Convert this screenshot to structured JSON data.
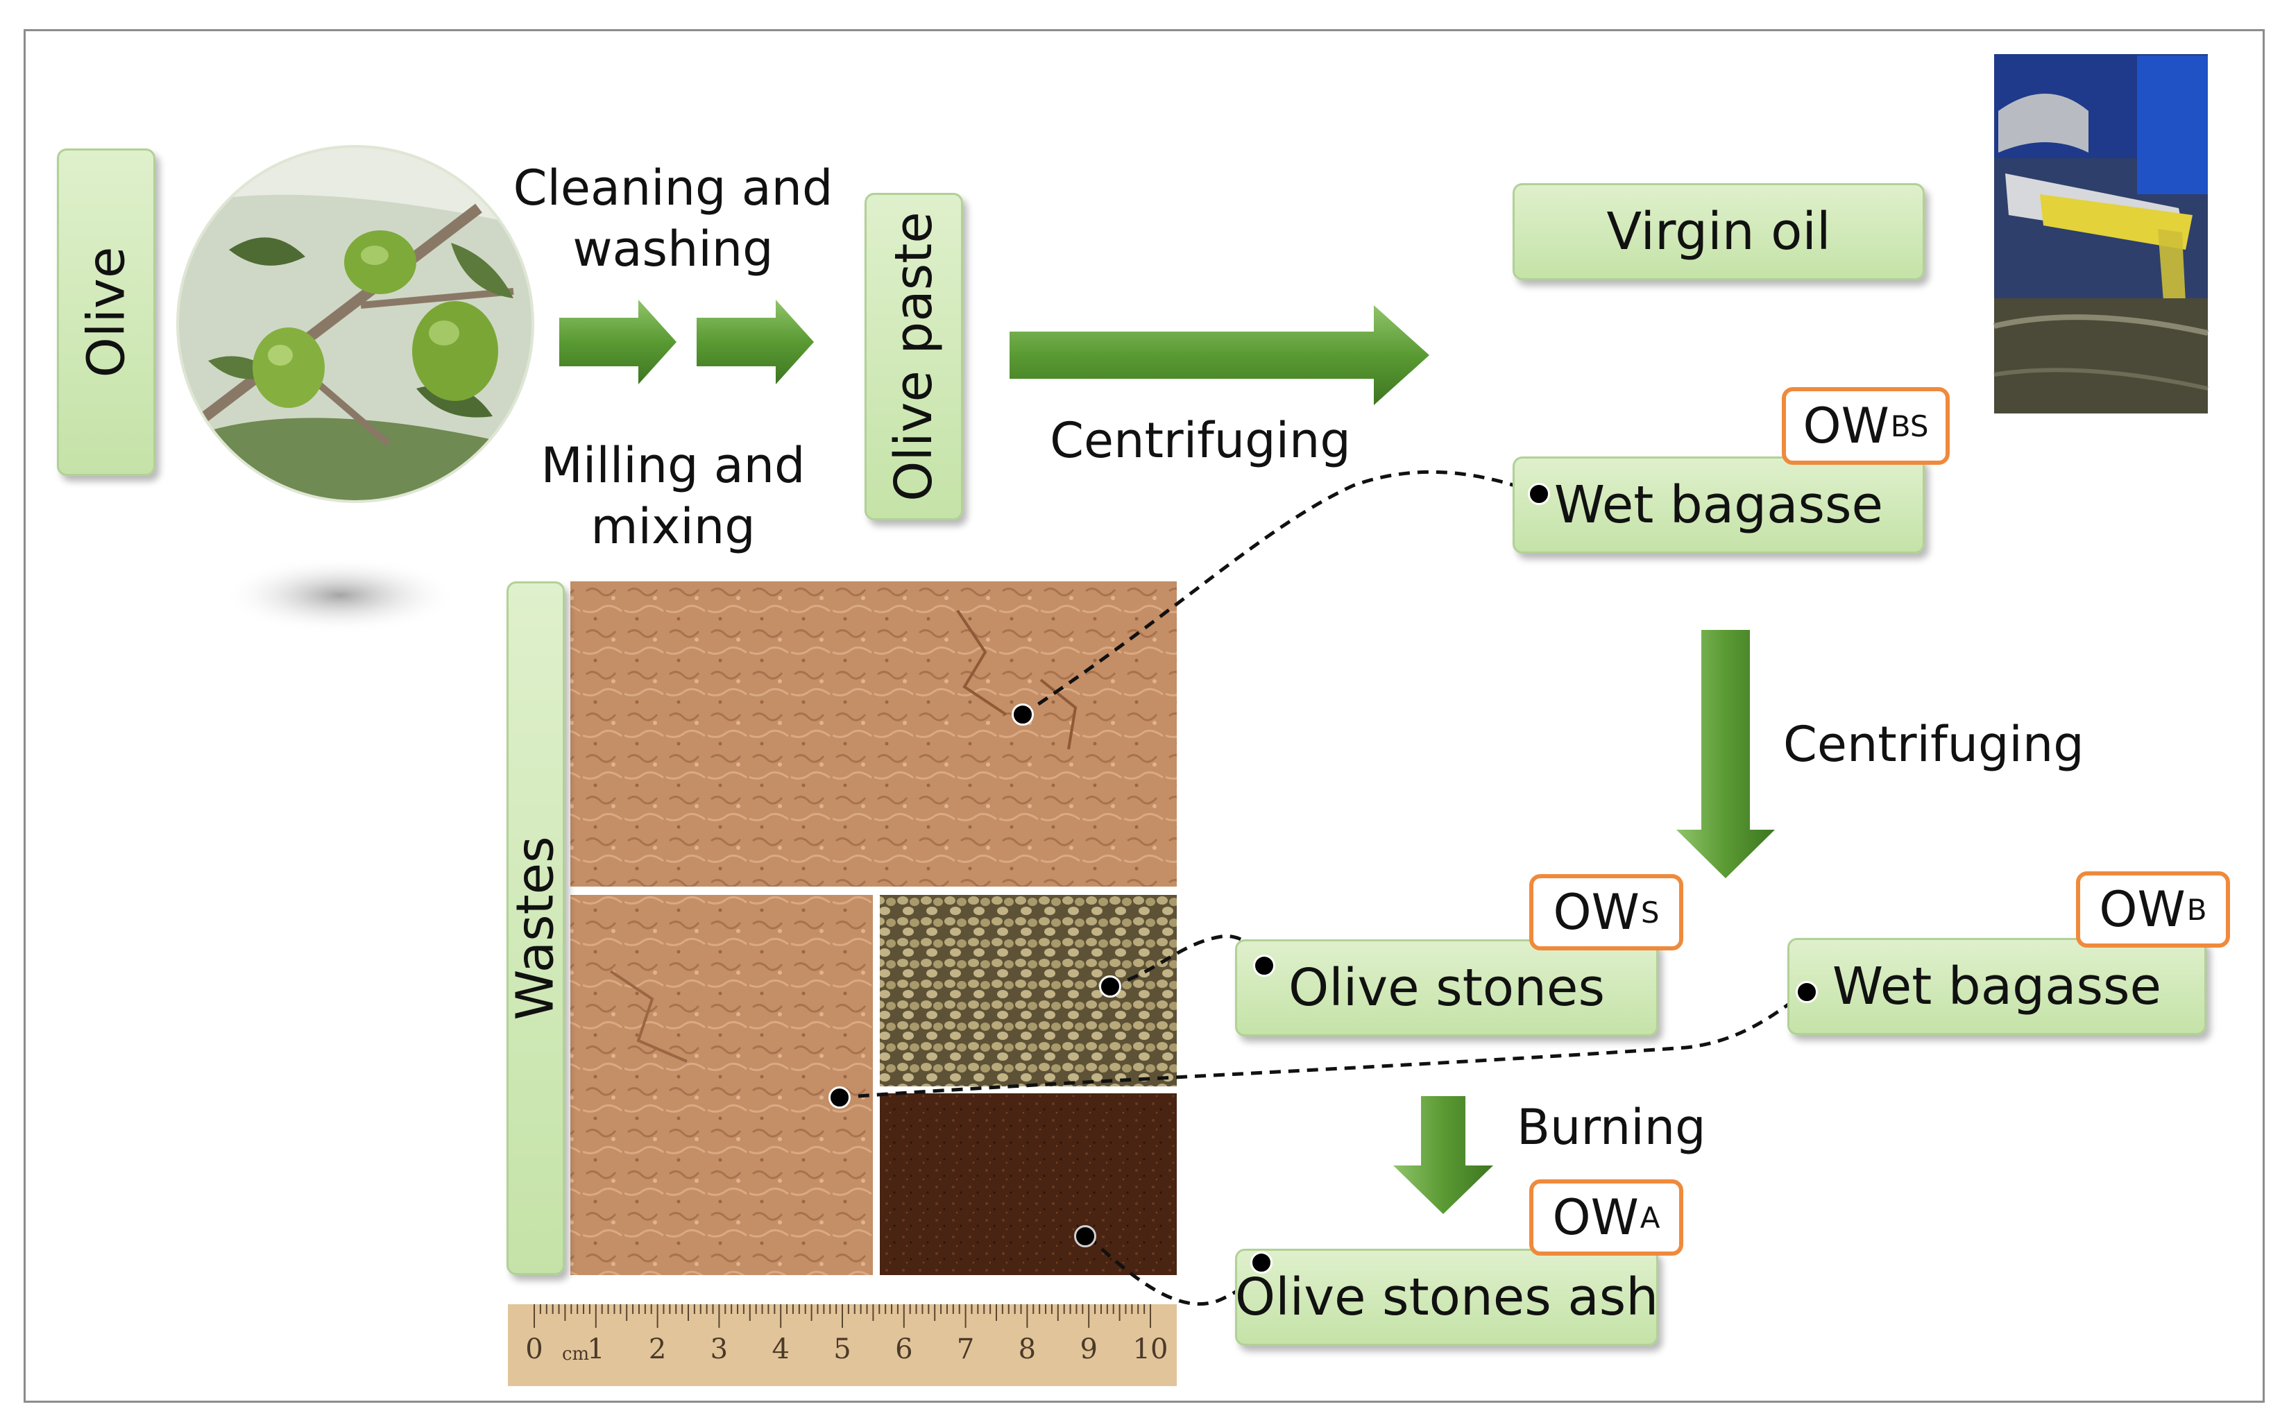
{
  "boxes": {
    "olive": "Olive",
    "olive_paste": "Olive paste",
    "wastes": "Wastes",
    "virgin_oil": "Virgin oil",
    "wet_bagasse_top": "Wet bagasse",
    "olive_stones": "Olive stones",
    "wet_bagasse_right": "Wet bagasse",
    "olive_stones_ash": "Olive stones ash"
  },
  "labels": {
    "cleaning_line1": "Cleaning and",
    "cleaning_line2": "washing",
    "milling_line1": "Milling and",
    "milling_line2": "mixing",
    "centrifuging_top": "Centrifuging",
    "centrifuging_right": "Centrifuging",
    "burning": "Burning"
  },
  "tags": {
    "ow_bs": {
      "main": "OW",
      "sub": "BS"
    },
    "ow_s": {
      "main": "OW",
      "sub": "S"
    },
    "ow_b": {
      "main": "OW",
      "sub": "B"
    },
    "ow_a": {
      "main": "OW",
      "sub": "A"
    }
  },
  "ruler": {
    "unit": "cm",
    "ticks": [
      "0",
      "1",
      "2",
      "3",
      "4",
      "5",
      "6",
      "7",
      "8",
      "9",
      "10"
    ]
  },
  "colors": {
    "box_fill": "#cfe8b6",
    "arrow_green": "#4f8f2b",
    "tag_border": "#ef8a3c",
    "bagasse_brown": "#c08a62"
  }
}
